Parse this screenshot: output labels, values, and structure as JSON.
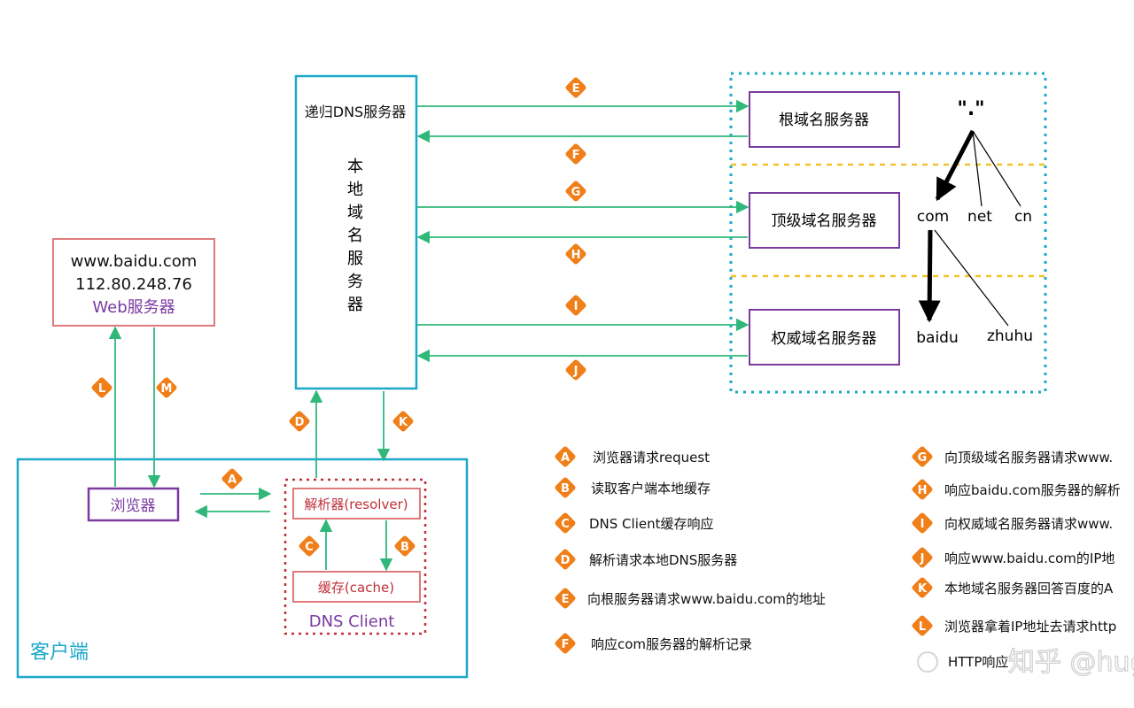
{
  "web_server": {
    "domain": "www.baidu.com",
    "ip": "112.80.248.76",
    "label": "Web服务器"
  },
  "local_dns": {
    "title": "递归DNS服务器",
    "vertical_chars": [
      "本",
      "地",
      "域",
      "名",
      "服",
      "务",
      "器"
    ]
  },
  "dns_servers": {
    "root": "根域名服务器",
    "tld": "顶级域名服务器",
    "authoritative": "权威域名服务器"
  },
  "tree": {
    "root": "\".\"",
    "level1": [
      "com",
      "net",
      "cn"
    ],
    "level2": [
      "baidu",
      "zhuhu"
    ]
  },
  "client": {
    "title": "客户端",
    "browser": "浏览器",
    "resolver": "解析器(resolver)",
    "cache": "缓存(cache)",
    "dns_client": "DNS Client"
  },
  "step_badges": {
    "A": "A",
    "B": "B",
    "C": "C",
    "D": "D",
    "E": "E",
    "F": "F",
    "G": "G",
    "H": "H",
    "I": "I",
    "J": "J",
    "K": "K",
    "L": "L",
    "M": "M"
  },
  "legend": [
    {
      "badge": "A",
      "text": "浏览器请求request"
    },
    {
      "badge": "B",
      "text": "读取客户端本地缓存"
    },
    {
      "badge": "C",
      "text": "DNS Client缓存响应"
    },
    {
      "badge": "D",
      "text": "解析请求本地DNS服务器"
    },
    {
      "badge": "E",
      "text": "向根服务器请求www.baidu.com的地址"
    },
    {
      "badge": "F",
      "text": "响应com服务器的解析记录"
    },
    {
      "badge": "G",
      "text": "向顶级域名服务器请求www."
    },
    {
      "badge": "H",
      "text": "响应baidu.com服务器的解析"
    },
    {
      "badge": "I",
      "text": "向权威域名服务器请求www."
    },
    {
      "badge": "J",
      "text": "响应www.baidu.com的IP地"
    },
    {
      "badge": "K",
      "text": "本地域名服务器回答百度的A"
    },
    {
      "badge": "L",
      "text": "浏览器拿着IP地址去请求http"
    }
  ],
  "partial_text": "HTTP响应",
  "watermark": "知乎 @hugao",
  "colors": {
    "badge": "#f07f1a",
    "arrow": "#2fb87a",
    "cyan": "#1ba8c9",
    "purple": "#7a3aa0",
    "pink": "#e07a7a",
    "red": "#c0303a",
    "gold": "#f2c12e"
  }
}
